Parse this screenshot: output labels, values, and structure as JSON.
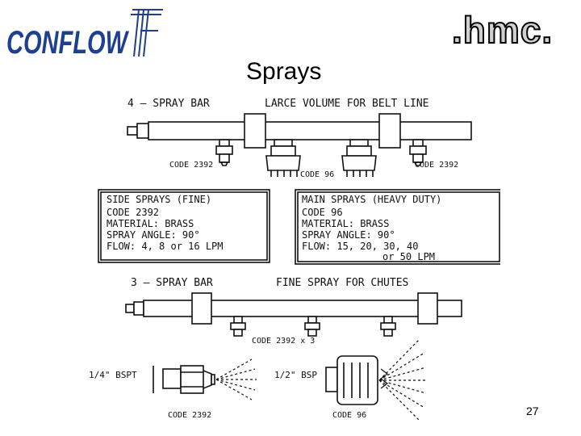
{
  "header": {
    "brand_left": "CONFLOW",
    "brand_right": ".hmc.",
    "title": "Sprays"
  },
  "drawing": {
    "top_caption_a": "4 — SPRAY BAR",
    "top_caption_b": "LARCE VOLUME FOR BELT LINE",
    "label_code_2392_left": "CODE 2392",
    "label_code_96": "CODE 96",
    "label_code_2392_right": "CODE 2392",
    "side_box": {
      "lines": [
        "SIDE SPRAYS (FINE)",
        "CODE 2392",
        "MATERIAL: BRASS",
        "SPRAY ANGLE: 90°",
        "FLOW: 4, 8 or 16 LPM"
      ]
    },
    "main_box": {
      "lines": [
        "MAIN SPRAYS (HEAVY DUTY)",
        "CODE 96",
        "MATERIAL: BRASS",
        "SPRAY ANGLE: 90°",
        "FLOW: 15, 20, 30, 40",
        "or 50 LPM"
      ]
    },
    "mid_caption_a": "3 — SPRAY BAR",
    "mid_caption_b": "FINE SPRAY FOR CHUTES",
    "label_code_2392x3": "CODE 2392 x 3",
    "label_bspt": "1/4\" BSPT",
    "label_bsp": "1/2\" BSP",
    "label_bottom_2392": "CODE 2392",
    "label_bottom_96": "CODE 96"
  },
  "footer": {
    "page_number": "27"
  },
  "colors": {
    "logo_blue": "#1f3f8f",
    "logo_grey": "#d0d0d0"
  }
}
